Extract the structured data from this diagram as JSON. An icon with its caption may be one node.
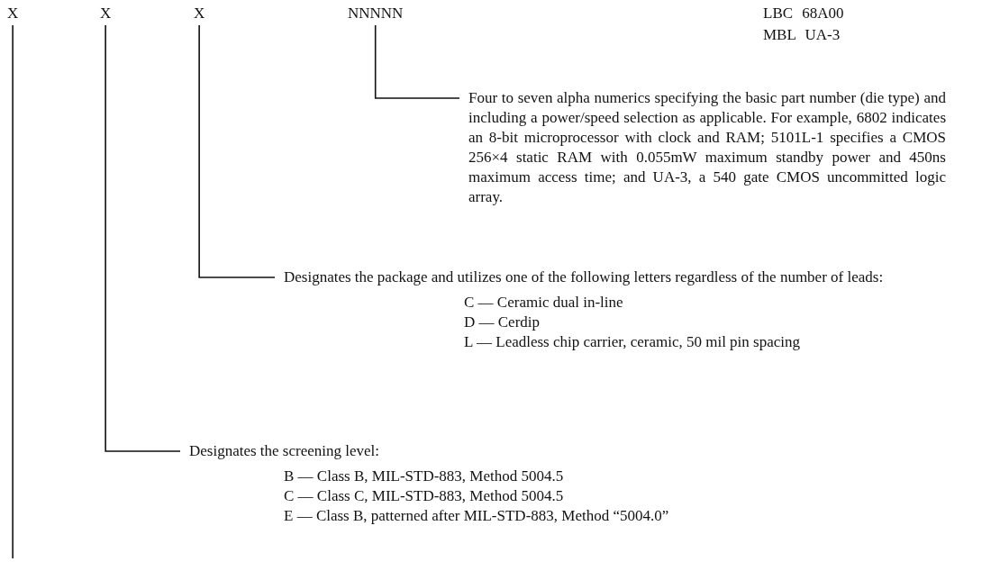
{
  "diagram": {
    "nodes": [
      {
        "text": [
          "X"
        ]
      },
      {
        "text": [
          "X"
        ]
      },
      {
        "text": [
          "X"
        ]
      },
      {
        "text": [
          "NNNNN"
        ]
      },
      {
        "text": [
          "Four to seven alpha numerics specifying the basic part number (die type) and including a power/speed selection as applicable. For example, 6802 indicates an 8-bit microprocessor with clock and RAM; 5101L-1 specifies a CMOS 256×4 static RAM with 0.055mW maximum standby power and 450ns maximum access time; and UA-3, a 540 gate CMOS uncommitted logic array."
        ]
      },
      {
        "text": [
          "Designates the package and utilizes one of the following letters regardless of the number of leads:",
          "C — Ceramic dual in-line",
          "D — Cerdip",
          "L — Leadless chip carrier, ceramic, 50 mil pin spacing"
        ]
      },
      {
        "text": [
          "Designates the screening level:",
          "B — Class B, MIL-STD-883, Method 5004.5",
          "C — Class C, MIL-STD-883, Method 5004.5",
          "E — Class B, patterned after MIL-STD-883, Method “5004.0”"
        ]
      }
    ],
    "edges": [
      {
        "from": 3,
        "to": 4,
        "arrow": "none"
      },
      {
        "from": 2,
        "to": 5,
        "arrow": "none"
      },
      {
        "from": 1,
        "to": 6,
        "arrow": "none"
      },
      {
        "from": 0,
        "to": null,
        "arrow": "none"
      }
    ],
    "labels": [
      "LBC 68A00",
      "MBL UA-3"
    ]
  }
}
